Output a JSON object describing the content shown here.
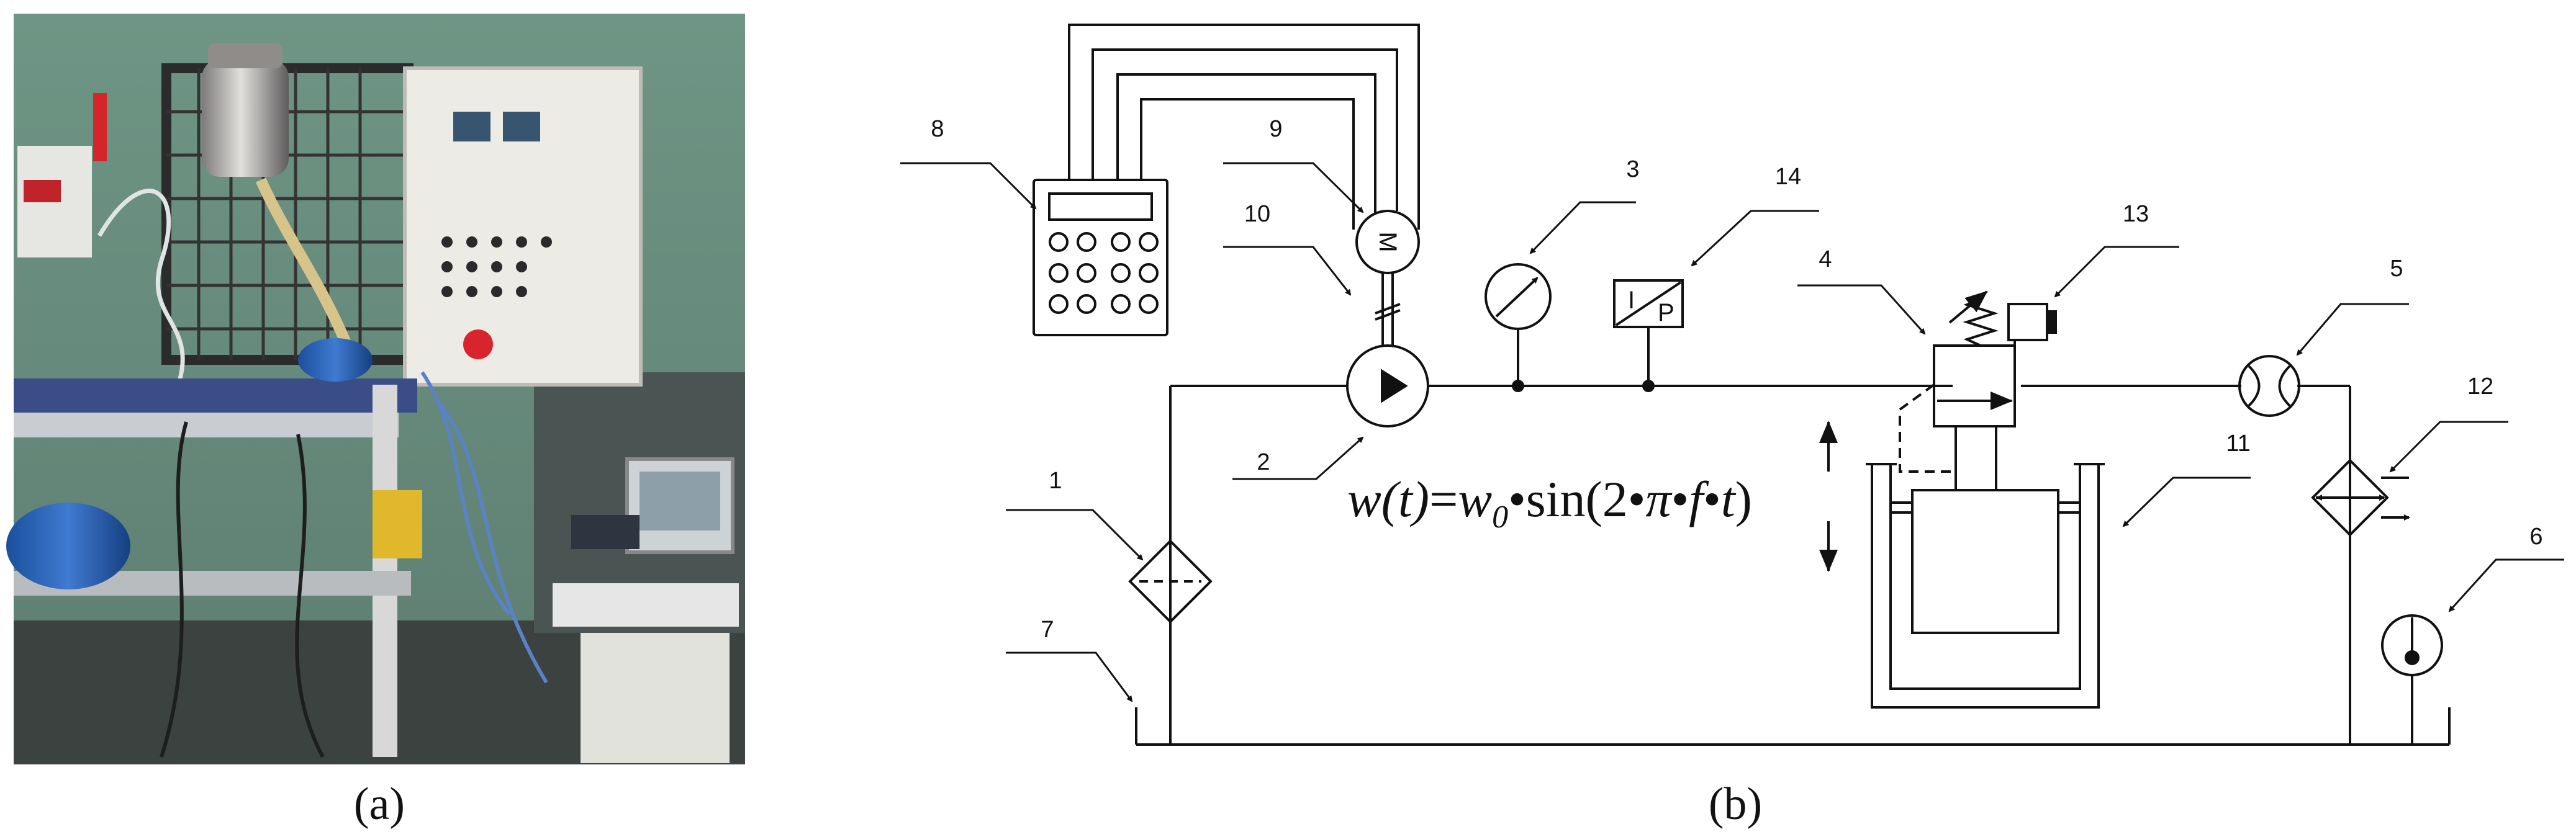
{
  "panel_a": {
    "caption": "(a)"
  },
  "panel_b": {
    "caption": "(b)",
    "equation": {
      "w": "w",
      "t_open": "(t)",
      "eq": "=",
      "w0": "w",
      "sub0": "0",
      "rest": "•sin(2•",
      "pi": "π",
      "dot1": "•",
      "f": "f",
      "dot2": "•",
      "t": "t",
      "close": ")"
    },
    "motor_letter": "M",
    "transducer_in": "I",
    "transducer_out": "P",
    "labels": [
      "1",
      "2",
      "3",
      "4",
      "5",
      "6",
      "7",
      "8",
      "9",
      "10",
      "11",
      "12",
      "13",
      "14"
    ]
  }
}
